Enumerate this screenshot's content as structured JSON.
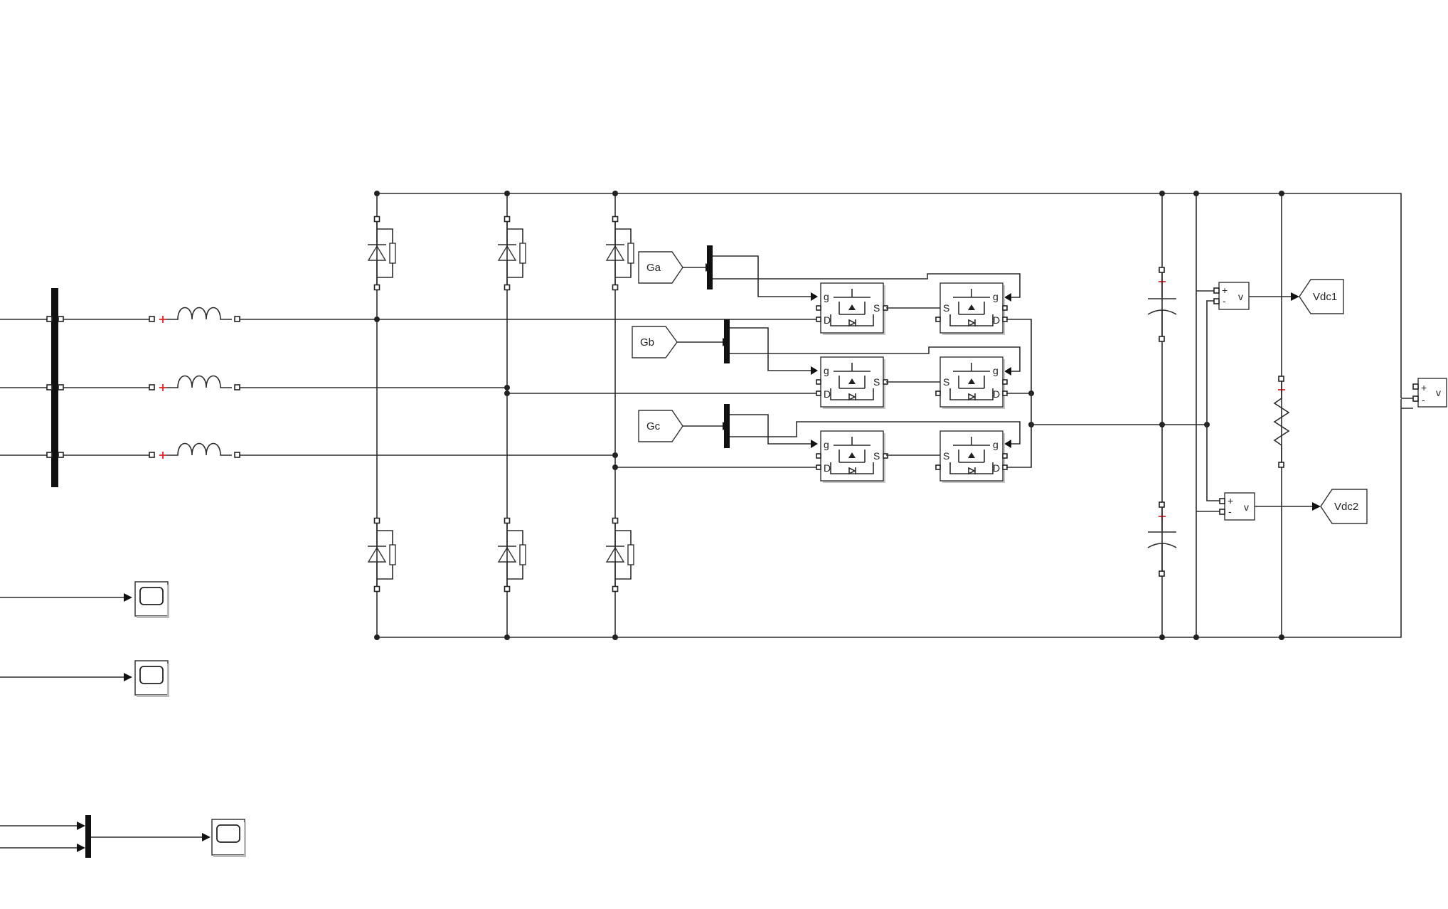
{
  "diagram": {
    "gate_tags": [
      "Ga",
      "Gb",
      "Gc"
    ],
    "voltage_tags": [
      "Vdc1",
      "Vdc2"
    ],
    "mosfet_ports": {
      "gate": "g",
      "source": "S",
      "drain": "D"
    },
    "voltmeter_ports": {
      "plus": "+",
      "minus": "-",
      "out": "v"
    },
    "terminal_plus": "+"
  }
}
